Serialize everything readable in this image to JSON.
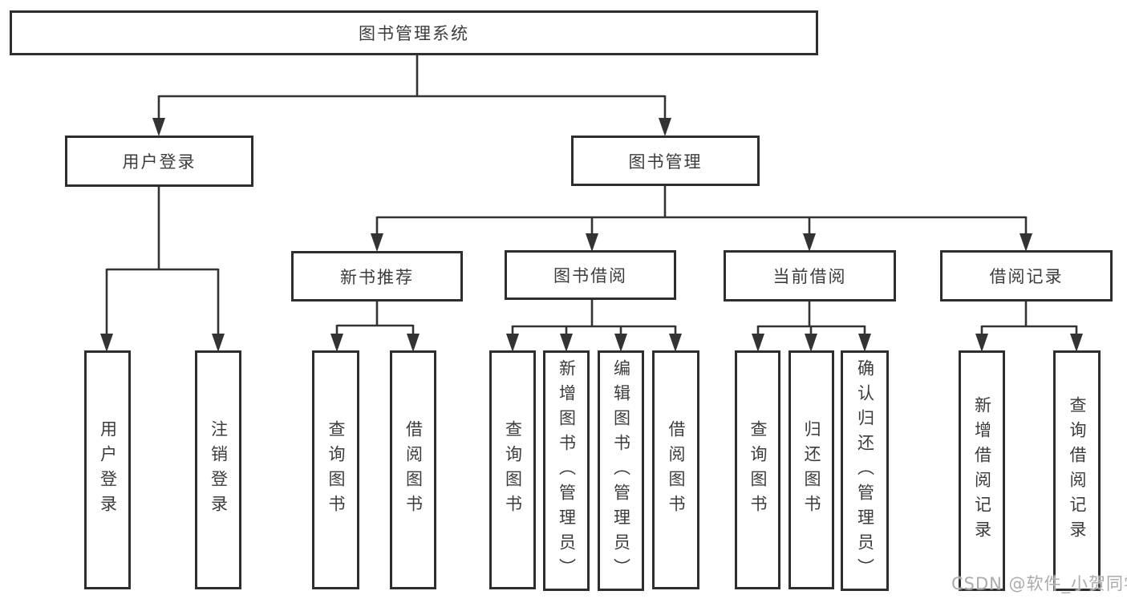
{
  "diagram": {
    "type": "tree-structure-diagram",
    "title": "图书管理系统"
  },
  "nodes": {
    "root": "图书管理系统",
    "branches": [
      {
        "label": "用户登录",
        "parent": "图书管理系统"
      },
      {
        "label": "图书管理",
        "parent": "图书管理系统"
      }
    ],
    "categories": [
      {
        "label": "新书推荐",
        "parent": "图书管理"
      },
      {
        "label": "图书借阅",
        "parent": "图书管理"
      },
      {
        "label": "当前借阅",
        "parent": "图书管理"
      },
      {
        "label": "借阅记录",
        "parent": "图书管理"
      }
    ],
    "leaves": [
      {
        "label": "用户登录",
        "parent": "用户登录"
      },
      {
        "label": "注销登录",
        "parent": "用户登录"
      },
      {
        "label": "查询图书",
        "parent": "新书推荐"
      },
      {
        "label": "借阅图书",
        "parent": "新书推荐"
      },
      {
        "label": "查询图书",
        "parent": "图书借阅"
      },
      {
        "label": "新增图书（管理员）",
        "parent": "图书借阅"
      },
      {
        "label": "编辑图书（管理员）",
        "parent": "图书借阅"
      },
      {
        "label": "借阅图书",
        "parent": "图书借阅"
      },
      {
        "label": "查询图书",
        "parent": "当前借阅"
      },
      {
        "label": "归还图书",
        "parent": "当前借阅"
      },
      {
        "label": "确认归还（管理员）",
        "parent": "当前借阅"
      },
      {
        "label": "新增借阅记录",
        "parent": "借阅记录"
      },
      {
        "label": "查询借阅记录",
        "parent": "借阅记录"
      }
    ]
  },
  "watermark": {
    "text": "CSDN @软件_小贺同学"
  },
  "colors": {
    "line": "#333333",
    "node_border": "#2e2e2e",
    "node_text": "#3c3c3c",
    "background": "#ffffff",
    "watermark": "#ababab"
  }
}
